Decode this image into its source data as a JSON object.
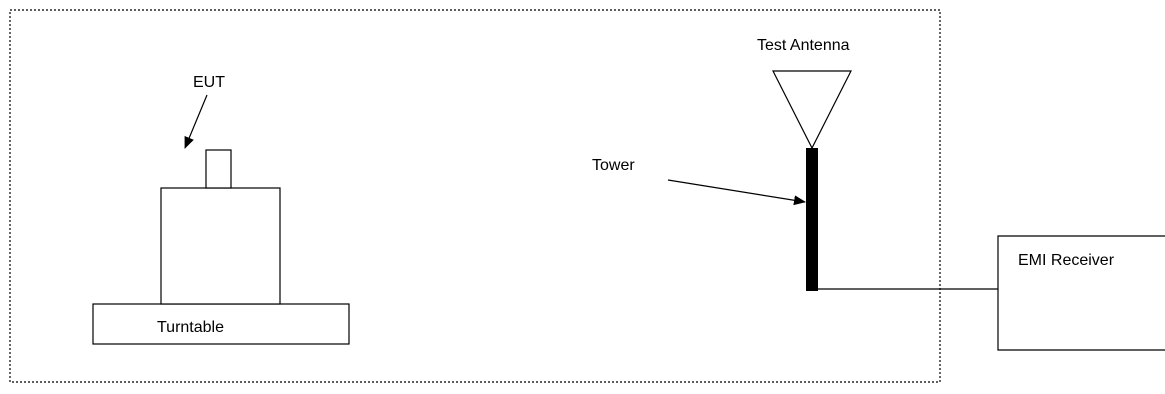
{
  "diagram": {
    "labels": {
      "eut": "EUT",
      "turntable": "Turntable",
      "test_antenna": "Test Antenna",
      "tower": "Tower",
      "emi_receiver": "EMI Receiver"
    },
    "colors": {
      "stroke": "#000000",
      "background": "#ffffff"
    },
    "icons": {
      "enclosure": "dotted-rectangle",
      "antenna": "horn-antenna-triangle",
      "arrow": "filled-arrowhead"
    }
  }
}
